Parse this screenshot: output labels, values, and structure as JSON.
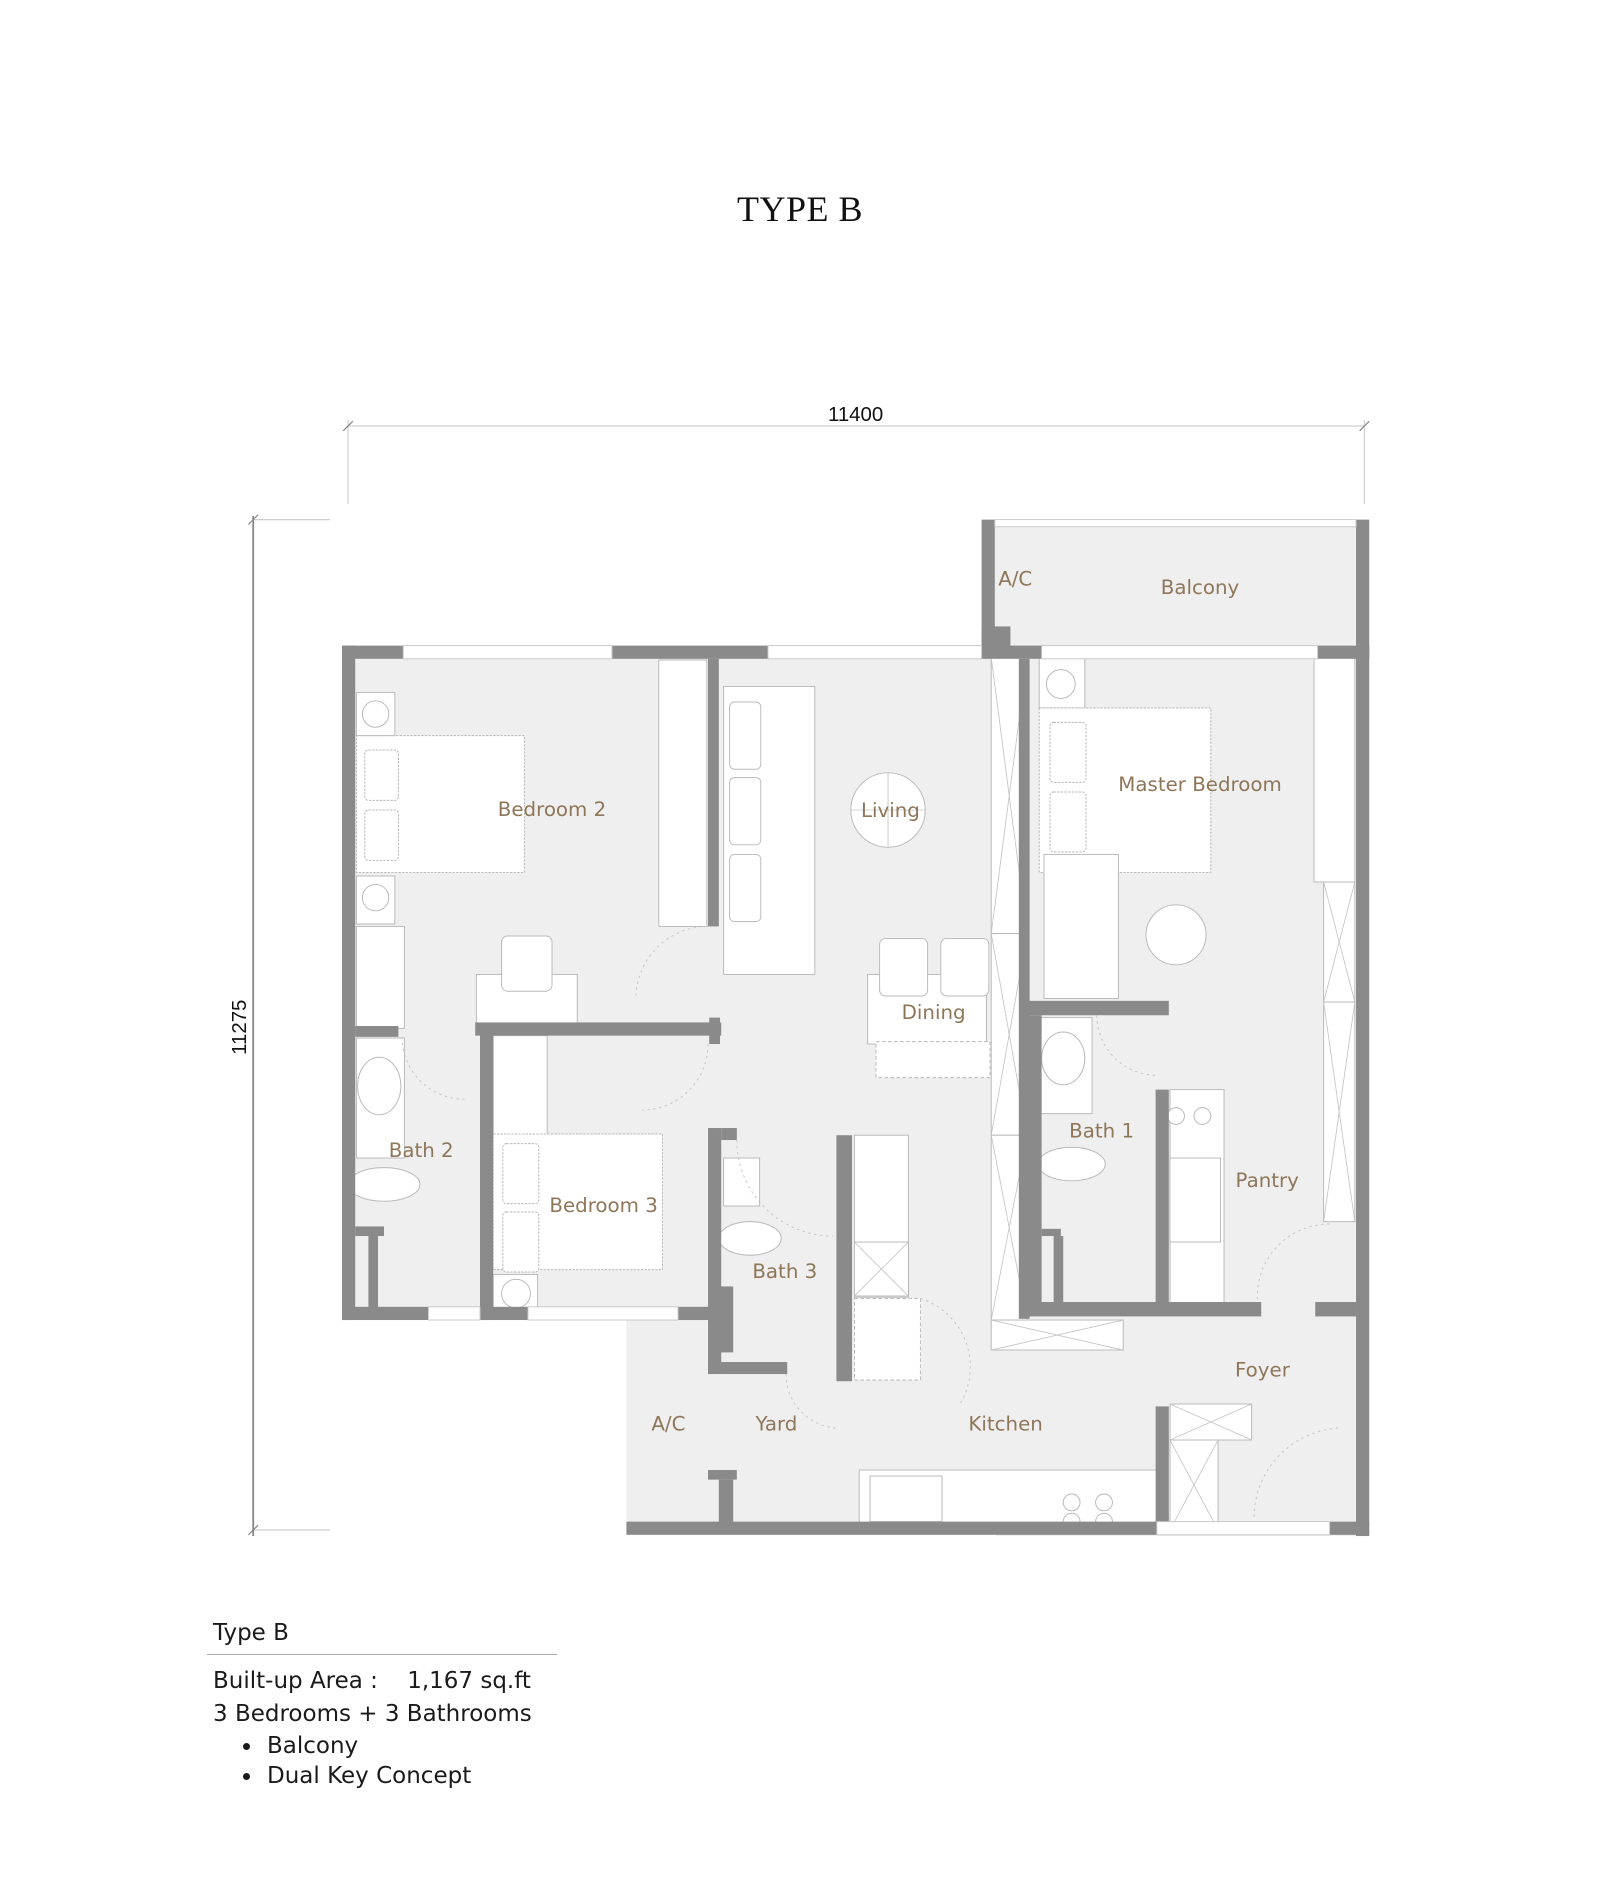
{
  "title": "TYPE B",
  "dimensions": {
    "width_label": "11400",
    "height_label": "11275"
  },
  "rooms": {
    "balcony": "Balcony",
    "ac_top": "A/C",
    "bedroom2": "Bedroom 2",
    "living": "Living",
    "master_bedroom": "Master Bedroom",
    "dining": "Dining",
    "bath1": "Bath 1",
    "bath2": "Bath 2",
    "bath3": "Bath 3",
    "bedroom3": "Bedroom 3",
    "pantry": "Pantry",
    "foyer": "Foyer",
    "ac_bottom": "A/C",
    "yard": "Yard",
    "kitchen": "Kitchen"
  },
  "summary": {
    "heading": "Type B",
    "built_up_label": "Built-up Area :",
    "built_up_value": "1,167 sq.ft",
    "rooms_line": "3 Bedrooms + 3 Bathrooms",
    "features": [
      "Balcony",
      "Dual Key Concept"
    ]
  },
  "colors": {
    "wall": "#8a8a8b",
    "floor": "#efefef",
    "label": "#8e7659"
  }
}
